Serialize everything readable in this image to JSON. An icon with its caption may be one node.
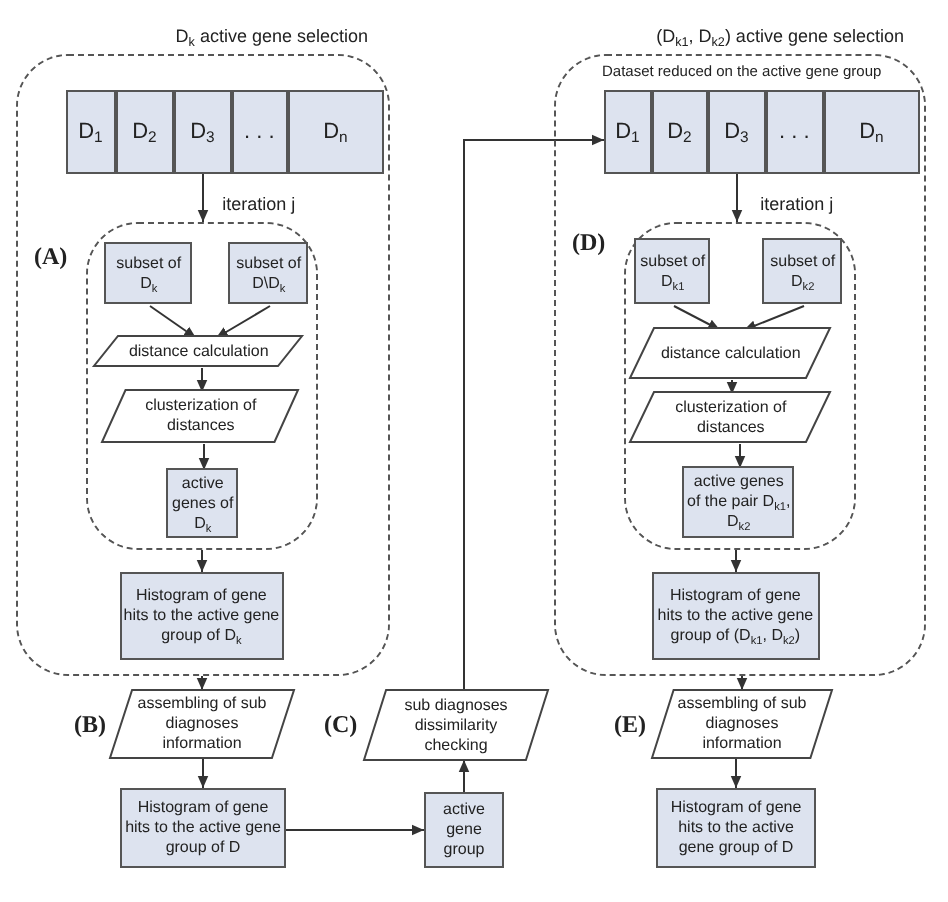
{
  "diagram": {
    "nodes": [
      {
        "text": [
          "D$_{k}$ active gene selection"
        ]
      },
      {
        "text": [
          "D$_{1}$"
        ],
        "in": 0
      },
      {
        "text": [
          "D$_{2}$"
        ],
        "in": 0
      },
      {
        "text": [
          "D$_{3}$"
        ],
        "in": 0
      },
      {
        "text": [
          ". . ."
        ],
        "in": 0
      },
      {
        "text": [
          "D$_{n}$"
        ],
        "in": 0
      },
      {
        "text": [
          "iteration j"
        ],
        "in": 0
      },
      {
        "text": [
          "subset of D$_{k}$"
        ],
        "in": 6
      },
      {
        "text": [
          "subset of D\\D$_{k}$"
        ],
        "in": 6
      },
      {
        "text": [
          "distance calculation"
        ],
        "in": 6
      },
      {
        "text": [
          "clusterization of distances"
        ],
        "in": 6
      },
      {
        "text": [
          "active genes of D$_{k}$"
        ],
        "in": 6
      },
      {
        "text": [
          "Histogram of gene hits to the active gene group of D$_{k}$"
        ],
        "in": 0
      },
      {
        "text": [
          "assembling of sub diagnoses information"
        ]
      },
      {
        "text": [
          "Histogram of gene hits to the active gene group of D"
        ]
      },
      {
        "text": [
          "active gene group"
        ]
      },
      {
        "text": [
          "sub diagnoses dissimilarity checking"
        ]
      },
      {
        "text": [
          "(D$_{k1}$, D$_{k2}$) active gene selection"
        ]
      },
      {
        "text": [
          "D$_{1}$"
        ],
        "in": 17
      },
      {
        "text": [
          "D$_{2}$"
        ],
        "in": 17
      },
      {
        "text": [
          "D$_{3}$"
        ],
        "in": 17
      },
      {
        "text": [
          ". . ."
        ],
        "in": 17
      },
      {
        "text": [
          "D$_{n}$"
        ],
        "in": 17
      },
      {
        "text": [
          "iteration j"
        ],
        "in": 17
      },
      {
        "text": [
          "subset of D$_{k1}$"
        ],
        "in": 23
      },
      {
        "text": [
          "subset of D$_{k2}$"
        ],
        "in": 23
      },
      {
        "text": [
          "distance calculation"
        ],
        "in": 23
      },
      {
        "text": [
          "clusterization of distances"
        ],
        "in": 23
      },
      {
        "text": [
          "active genes of the pair D$_{k1}$, D$_{k2}$"
        ],
        "in": 23
      },
      {
        "text": [
          "Histogram of gene hits to the active gene group of (D$_{k1}$, D$_{k2}$)"
        ],
        "in": 17
      },
      {
        "text": [
          "assembling of sub diagnoses information"
        ]
      },
      {
        "text": [
          "Histogram of gene hits to the active gene group of D"
        ]
      }
    ],
    "edges": [
      {
        "from": 3,
        "to": 6,
        "arrow": "to"
      },
      {
        "from": 7,
        "to": 9,
        "arrow": "to"
      },
      {
        "from": 8,
        "to": 9,
        "arrow": "to"
      },
      {
        "from": 9,
        "to": 10,
        "arrow": "to"
      },
      {
        "from": 10,
        "to": 11,
        "arrow": "to"
      },
      {
        "from": 6,
        "to": 12,
        "arrow": "to"
      },
      {
        "from": 0,
        "to": 13,
        "arrow": "to"
      },
      {
        "from": 13,
        "to": 14,
        "arrow": "to"
      },
      {
        "from": 14,
        "to": 15,
        "arrow": "to"
      },
      {
        "from": 15,
        "to": 16,
        "arrow": "to"
      },
      {
        "from": 16,
        "to": 18,
        "arrow": "to"
      },
      {
        "from": 20,
        "to": 23,
        "arrow": "to"
      },
      {
        "from": 24,
        "to": 26,
        "arrow": "to"
      },
      {
        "from": 25,
        "to": 26,
        "arrow": "to"
      },
      {
        "from": 26,
        "to": 27,
        "arrow": "to"
      },
      {
        "from": 27,
        "to": 28,
        "arrow": "to"
      },
      {
        "from": 23,
        "to": 29,
        "arrow": "to"
      },
      {
        "from": 17,
        "to": 30,
        "arrow": "to"
      },
      {
        "from": 30,
        "to": 31,
        "arrow": "to"
      }
    ],
    "labels": [
      "Dataset reduced on the active gene group",
      "(D)",
      "(A)",
      "(B)",
      "(C)",
      "(E)"
    ]
  }
}
